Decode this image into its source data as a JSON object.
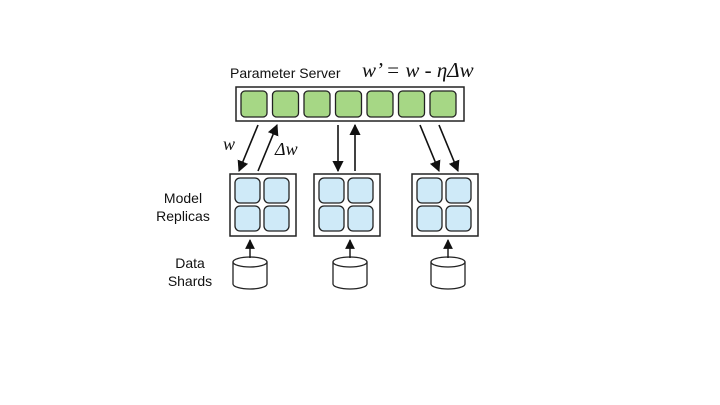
{
  "parameter_server": {
    "label": "Parameter Server",
    "update_rule": "w’ = w - ηΔw",
    "cell_count": 7,
    "cell_fill": "#a6d785",
    "cell_stroke": "#222222"
  },
  "arrows": {
    "down_label": "w",
    "up_label": "Δw"
  },
  "replicas": {
    "label_line1": "Model",
    "label_line2": "Replicas",
    "count": 3,
    "cell_fill": "#cfeaf8",
    "cell_stroke": "#222222"
  },
  "shards": {
    "label_line1": "Data",
    "label_line2": "Shards",
    "count": 3
  }
}
